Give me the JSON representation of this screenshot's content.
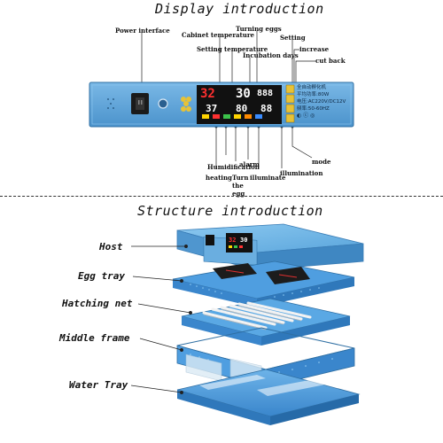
{
  "display": {
    "title": "Display introduction",
    "top_labels": {
      "power_interface": "Power interface",
      "cabinet_temperature": "Cabinet temperature",
      "turning_eggs": "Turning eggs",
      "setting": "Setting",
      "setting_temperature": "Setting temperature",
      "increase": "increase",
      "incubation_days": "Incubation days",
      "cut_back": "cut back"
    },
    "bottom_labels": {
      "humidification": "Humidification",
      "heating": "heating",
      "alarm": "alarm",
      "turn_the_egg_1": "Turn",
      "turn_the_egg_2": "the",
      "turn_the_egg_3": "egg",
      "illuminate": "illuminate",
      "illumination": "illumination",
      "mode": "mode"
    },
    "lcd": {
      "row1_left": "32",
      "row1_mid": "30",
      "row1_right": "888",
      "row2_left": "37",
      "row2_mid": "80",
      "row2_right": "88"
    },
    "spec_text": {
      "line1": "全自动孵化机",
      "line2": "平均功率:80W",
      "line3": "电压:AC220V/DC12V",
      "line4": "频率:50-60HZ"
    }
  },
  "structure": {
    "title": "Structure introduction",
    "labels": {
      "host": "Host",
      "egg_tray": "Egg tray",
      "hatching_net": "Hatching net",
      "middle_frame": "Middle frame",
      "water_tray": "Water Tray"
    }
  },
  "colors": {
    "panel_blue": "#5aa3d8",
    "panel_dark": "#3a7fb8",
    "lcd_bg": "#111111",
    "lcd_red": "#ff3030",
    "lcd_white": "#ffffff",
    "lcd_yellow": "#ffd400",
    "tray_blue": "#4f9ee0"
  }
}
